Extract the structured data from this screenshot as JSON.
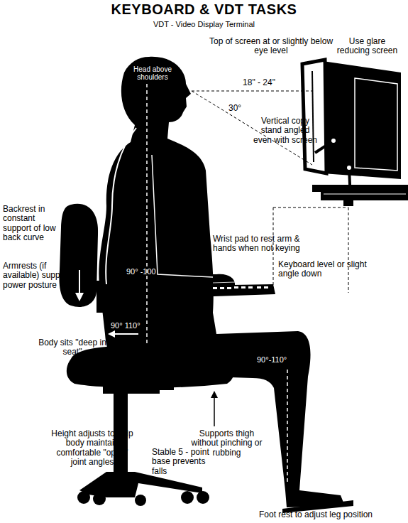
{
  "diagram": {
    "title": "KEYBOARD & VDT TASKS",
    "labels": [
      "VDT - Video Display Terminal",
      "Head above shoulders",
      "Top of screen at or slightly below eye level",
      "Use glare reducing screen",
      "18\" - 24\"",
      "30°",
      "Vertical copy stand angled even with screen",
      "Backrest in constant support of low back curve",
      "Wrist pad to rest arm & hands when not keying",
      "90° -100",
      "Keyboard level or slight angle down",
      "Armrests (if available) support power posture",
      "90° 110°",
      "Body sits \"deep in seat\"",
      "90°-110°",
      "Supports thigh without pinching or rubbing",
      "Height adjusts to help body maintain comfortable \"open\" joint angles",
      "Stable 5 - point base prevents falls",
      "Foot rest to adjust leg position"
    ]
  }
}
